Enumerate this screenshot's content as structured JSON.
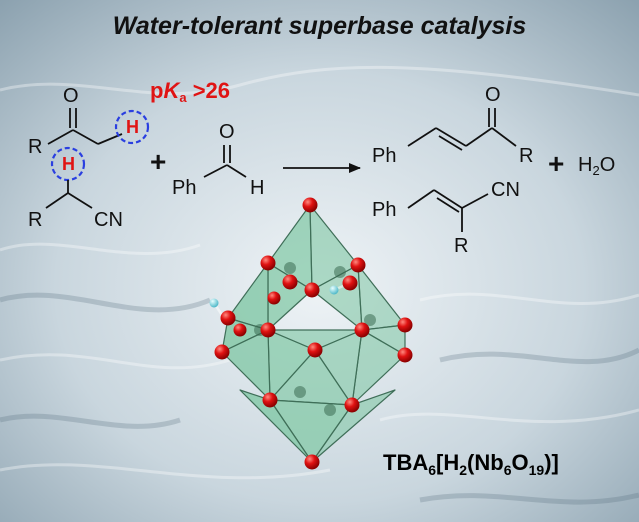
{
  "title": "Water-tolerant superbase catalysis",
  "pka": {
    "prefix": "p",
    "k": "K",
    "sub": "a",
    "value": " >26"
  },
  "reactants": {
    "ketone": {
      "o": "O",
      "r": "R",
      "h": "H"
    },
    "nitrile": {
      "h": "H",
      "r": "R",
      "cn": "CN"
    },
    "plus": "+",
    "aldehyde": {
      "o": "O",
      "ph": "Ph",
      "h": "H"
    }
  },
  "products": {
    "enone": {
      "ph": "Ph",
      "o": "O",
      "r": "R"
    },
    "plus": "+",
    "water": {
      "h": "H",
      "sub": "2",
      "o": "O"
    },
    "acrylonitrile": {
      "ph": "Ph",
      "cn": "CN",
      "r": "R"
    }
  },
  "catalyst": {
    "formula_parts": {
      "a": "TBA",
      "b": "6",
      "c": "[H",
      "d": "2",
      "e": "(Nb",
      "f": "6",
      "g": "O",
      "h": "19",
      "i": ")]"
    }
  },
  "colors": {
    "highlight": "#e01414",
    "dashed_circle": "#2a3fe0",
    "octahedron": "#7fc7a4",
    "oxygen": "#d61010",
    "hydrogen": "#6fd0dc"
  }
}
